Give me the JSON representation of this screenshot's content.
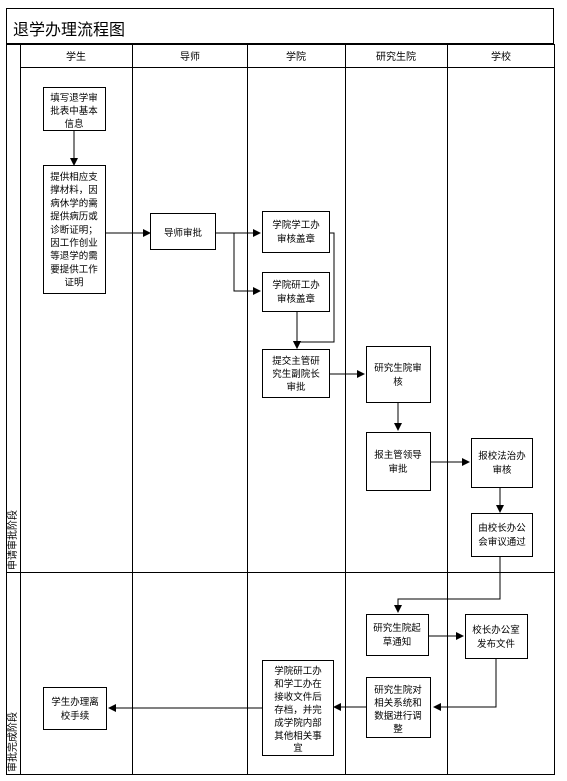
{
  "title": "退学办理流程图",
  "lanes": [
    "学生",
    "导师",
    "学院",
    "研究生院",
    "学校"
  ],
  "phases": [
    "申请审批阶段",
    "审批完成阶段"
  ],
  "nodes": {
    "n1": [
      "填写退学审",
      "批表中基本",
      "信息"
    ],
    "n2": [
      "提供相应支",
      "撑材料，因",
      "病休学的需",
      "提供病历或",
      "诊断证明；",
      "因工作创业",
      "等退学的需",
      "要提供工作",
      "证明"
    ],
    "n3": [
      "导师审批"
    ],
    "n4": [
      "学院学工办",
      "审核盖章"
    ],
    "n5": [
      "学院研工办",
      "审核盖章"
    ],
    "n6": [
      "提交主管研",
      "究生副院长",
      "审批"
    ],
    "n7": [
      "研究生院审",
      "核"
    ],
    "n8": [
      "报主管领导",
      "审批"
    ],
    "n9": [
      "报校法治办",
      "审核"
    ],
    "n10": [
      "由校长办公",
      "会审议通过"
    ],
    "n11": [
      "研究生院起",
      "草通知"
    ],
    "n12": [
      "校长办公室",
      "发布文件"
    ],
    "n13": [
      "研究生院对",
      "相关系统和",
      "数据进行调",
      "整"
    ],
    "n14": [
      "学院研工办",
      "和学工办在",
      "接收文件后",
      "存档，并完",
      "成学院内部",
      "其他相关事",
      "宜"
    ],
    "n15": [
      "学生办理离",
      "校手续"
    ]
  }
}
